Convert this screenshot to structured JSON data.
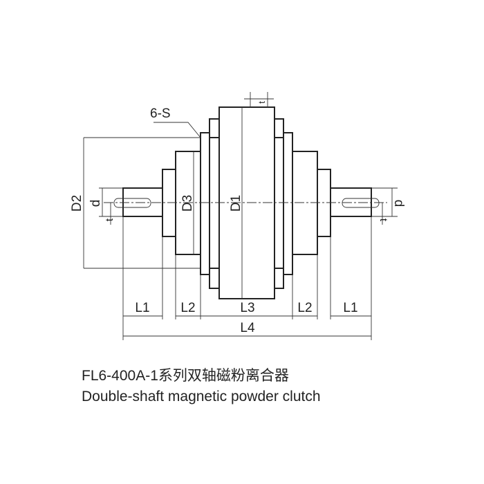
{
  "labels": {
    "six_s": "6-S",
    "d1": "D1",
    "d2": "D2",
    "d3": "D3",
    "d": "d",
    "d_right": "d",
    "t": "t",
    "t_right": "t",
    "t_top": "t",
    "l1_left": "L1",
    "l2_left": "L2",
    "l3": "L3",
    "l2_right": "L2",
    "l1_right": "L1",
    "l4": "L4"
  },
  "caption": {
    "chinese": "FL6-400A-1系列双轴磁粉离合器",
    "english": "Double-shaft magnetic powder clutch"
  }
}
